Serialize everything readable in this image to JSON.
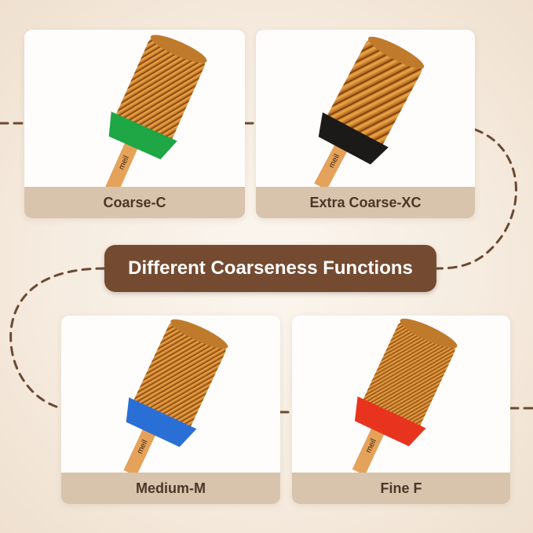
{
  "banner": {
    "title": "Different Coarseness Functions"
  },
  "cards": [
    {
      "label": "Coarse-C",
      "band_color": "#1fa645",
      "shank_text": "meil"
    },
    {
      "label": "Extra Coarse-XC",
      "band_color": "#1c1a18",
      "shank_text": "meil"
    },
    {
      "label": "Medium-M",
      "band_color": "#2a6fd6",
      "shank_text": "meil"
    },
    {
      "label": "Fine F",
      "band_color": "#e8341f",
      "shank_text": "meil"
    }
  ],
  "colors": {
    "banner_bg": "#744b31",
    "label_bg": "#d8c3ad",
    "label_text": "#4a3727",
    "dash_line": "#6b4a33",
    "gold": "#d58a2c"
  }
}
